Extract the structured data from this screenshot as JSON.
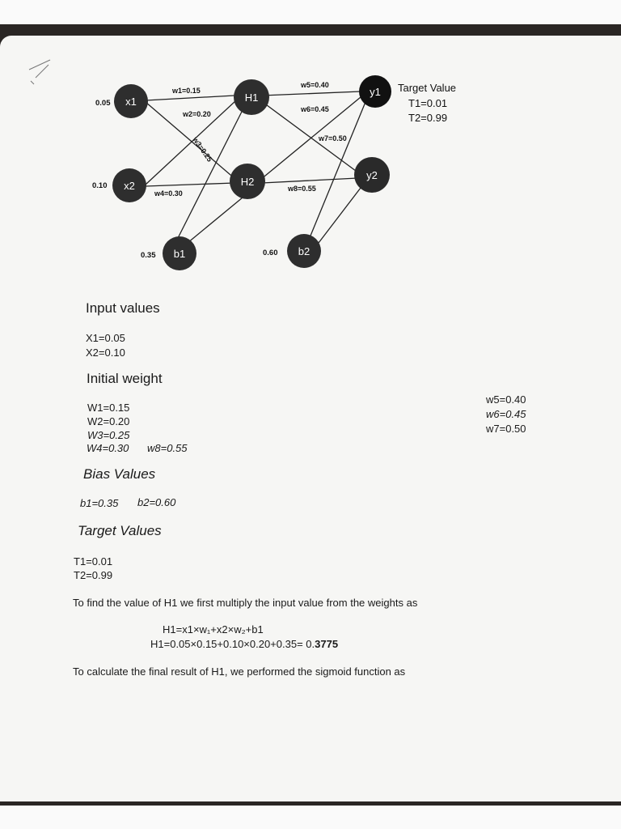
{
  "diagram": {
    "nodes": {
      "x1": "x1",
      "x2": "x2",
      "h1": "H1",
      "h2": "H2",
      "y1": "y1",
      "y2": "y2",
      "b1": "b1",
      "b2": "b2"
    },
    "input_values": {
      "x1": "0.05",
      "x2": "0.10",
      "b1": "0.35",
      "b2": "0.60"
    },
    "weights": {
      "w1": "w1=0.15",
      "w2": "w2=0.20",
      "w3": "w3=0.25",
      "w4": "w4=0.30",
      "w5": "w5=0.40",
      "w6": "w6=0.45",
      "w7": "w7=0.50",
      "w8": "w8=0.55"
    },
    "target": {
      "title": "Target Value",
      "t1": "T1=0.01",
      "t2": "T2=0.99"
    }
  },
  "notes": {
    "input_values_heading": "Input values",
    "x1": "X1=0.05",
    "x2": "X2=0.10",
    "initial_weight_heading": "Initial weight",
    "w1": "W1=0.15",
    "w2": "W2=0.20",
    "w3": "W3=0.25",
    "w4": "W4=0.30",
    "w8": "w8=0.55",
    "w5": "w5=0.40",
    "w6": "w6=0.45",
    "w7": "w7=0.50",
    "bias_heading": "Bias Values",
    "b1": "b1=0.35",
    "b2": "b2=0.60",
    "target_heading": "Target Values",
    "t1": "T1=0.01",
    "t2": "T2=0.99",
    "h1_intro": "To find the value of H1 we first multiply the input value from the weights as",
    "formula_line1": "H1=x1×w₁+x2×w₂+b1",
    "formula_line2_prefix": "H1=0.05×0.15+0.10×0.20+0.35= 0.",
    "formula_line2_bold": "3775",
    "sigmoid_intro": "To calculate the final result of H1, we performed the sigmoid function as"
  }
}
